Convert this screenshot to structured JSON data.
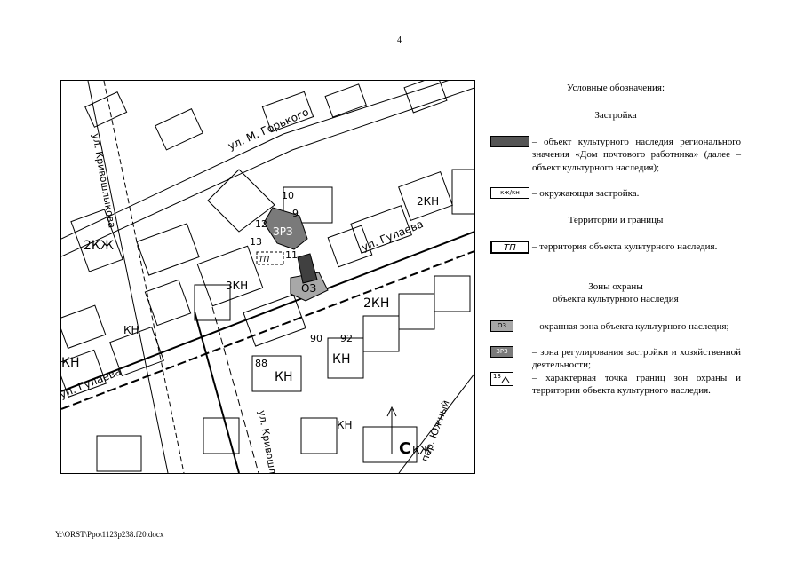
{
  "page_number": "4",
  "map": {
    "streets": [
      "ул. М. Горького",
      "ул. Гулаева",
      "ул. Гулаева",
      "ул. Кривошлыкова",
      "ул. Кривошлыкова",
      "пер. Южный"
    ],
    "labels": [
      "ЗРЗ",
      "ОЗ",
      "ТП",
      "10",
      "9",
      "12",
      "11",
      "13",
      "88",
      "90",
      "92",
      "КН",
      "КЖ",
      "2КЖ",
      "3КН",
      "2КН",
      "С"
    ]
  },
  "legend": {
    "title": "Условные обозначения:",
    "sections": {
      "building": "Застройка",
      "territories": "Территории и границы",
      "zones": "Зоны охраны\nобъекта культурного наследия"
    },
    "items": {
      "heritage_object": "– объект культурного наследия регионального значения «Дом почтового работника» (далее – объект культурного наследия);",
      "surrounding": "– окружающая застройка.",
      "surrounding_swatch": "кж/кн",
      "territory_swatch": "ТП",
      "territory": "– территория объекта культурного наследия.",
      "oz_swatch": "ОЗ",
      "oz": "– охранная зона объекта культурного наследия;",
      "zrz_swatch": "ЗРЗ",
      "zrz": "– зона регулирования застройки и хозяйственной деятельности;",
      "point_swatch": "13",
      "point": "– характерная точка границ зон охраны и территории объекта культурного наследия."
    }
  },
  "footer_path": "Y:\\ORST\\Ppo\\1123p238.f20.docx",
  "colors": {
    "heritage": "#555555",
    "zrz_fill": "#7a7a7a",
    "oz_fill": "#a8a8a8"
  }
}
